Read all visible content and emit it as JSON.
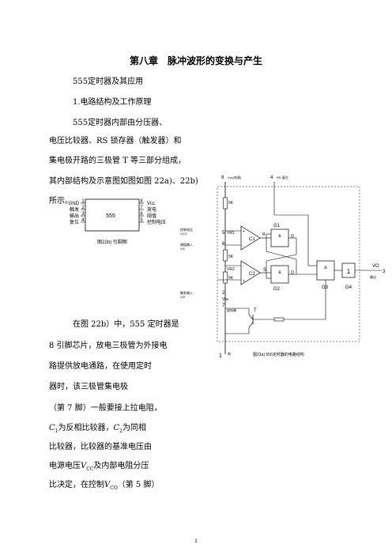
{
  "title": "第八章　脉冲波形的变换与产生",
  "paragraphs": {
    "p1": "555定时器及其应用",
    "p2": "1.电路结构及工作原理",
    "p3": "555定时器内部由分压器、",
    "p4": "电压比较器、RS 锁存器（触发器）和",
    "p5": "集电极开路的三极管 T 等三部分组成，",
    "p6": "其内部结构及示意图如图如图 22a)、22b)",
    "p7": "所示。",
    "p8": "在图 22b）中，555 定时器是",
    "p9": "8 引脚芯片，放电三极管为外接电",
    "p10": "路提供放电通路，在使用定时",
    "p11": "器时，该三极管集电极",
    "p12": "（第 7 脚）一般要接上拉电阻，",
    "p13": "为反相比较器，",
    "p14": "为同相",
    "p15": "比较器，比较器的基准电压由",
    "p16": "电源电压",
    "p17": "及内部电阻分压",
    "p18": "比决定，在控制",
    "p19": "（第 5 脚）"
  },
  "math": {
    "c1": "C",
    "c1_sub": "1",
    "c2": "C",
    "c2_sub": "2",
    "v": "V",
    "cc_sub": "CC",
    "co_sub": "CO"
  },
  "fig22b": {
    "chip": "555",
    "left_pins": [
      "1",
      "2",
      "3",
      "4"
    ],
    "right_pins": [
      "8",
      "7",
      "6",
      "5"
    ],
    "left_labels": [
      "GND",
      "触发",
      "输出",
      "复位"
    ],
    "right_labels": [
      "Vcc",
      "放电",
      "阈值",
      "控制电压"
    ],
    "caption": "图22b) 引脚图"
  },
  "fig22a": {
    "pin8": "8",
    "vcc_label": "Vcc(电源)",
    "pin4": "4",
    "reset_label": "RD 复位",
    "r": "5K",
    "pin5": "5",
    "pin5_label1": "控制电压",
    "pin5_label2": "VCO",
    "pin6": "6",
    "pin6_label1": "阈值输入",
    "pin6_label2": "VI1",
    "pin2": "2",
    "pin2_label1": "触发输入",
    "pin2_label2": "VI2",
    "vr1": "VR1",
    "vr2": "VR2",
    "c1": "C1",
    "c2": "C2",
    "g1": "G1",
    "g2": "G2",
    "g3": "G3",
    "g4": "G4",
    "amp": "&",
    "one": "1",
    "r_in": "R",
    "s_in": "S",
    "q": "Q",
    "qbar": "Q",
    "vo": "VO",
    "pin3": "3",
    "out_label": "输出",
    "voc": "Voc",
    "pin7": "7",
    "discharge_label": "放电端",
    "t": "T",
    "pin1": "1",
    "gnd_label": "地",
    "caption": "图22a) 555定时器的电路结构",
    "plus": "+",
    "minus": "-"
  },
  "page_number": "1"
}
